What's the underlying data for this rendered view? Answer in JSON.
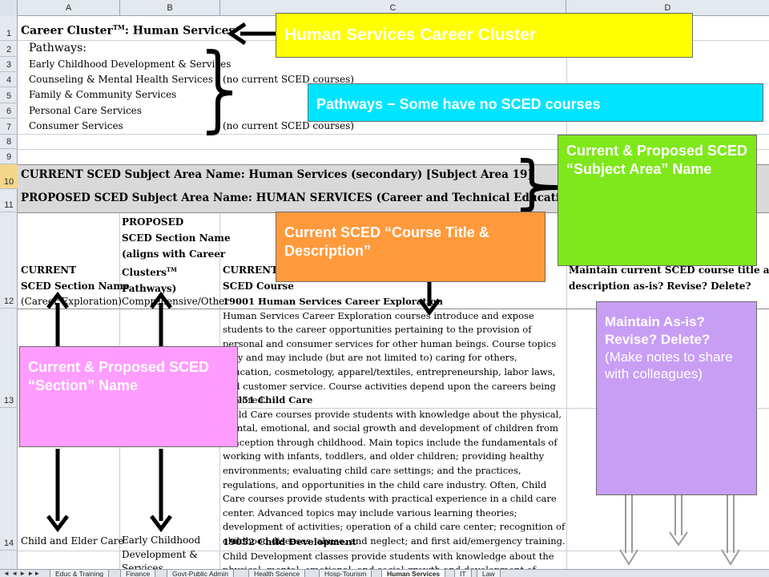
{
  "columns": [
    "A",
    "B",
    "C",
    "D"
  ],
  "rows": [
    "1",
    "2",
    "3",
    "4",
    "5",
    "6",
    "7",
    "8",
    "9",
    "10",
    "11",
    "12",
    "13",
    "14"
  ],
  "sheet": {
    "r1_label": "Career Cluster",
    "r1_tm": "TM",
    "r1_value": ": Human Services",
    "r2": "Pathways:",
    "pathways": [
      {
        "name": "Early Childhood Development & Services",
        "note": ""
      },
      {
        "name": "Counseling & Mental Health Services",
        "note": "(no current SCED courses)"
      },
      {
        "name": "Family & Community Services",
        "note": ""
      },
      {
        "name": "Personal Care Services",
        "note": ""
      },
      {
        "name": "Consumer Services",
        "note": "(no current SCED courses)"
      }
    ],
    "r10": "CURRENT SCED Subject Area Name:  Human Services (secondary)  [Subject Area 19]",
    "r11": "PROPOSED SCED Subject Area Name:  HUMAN SERVICES (Career and Technical Education)",
    "h12_a1": "CURRENT",
    "h12_a2": "SCED Section Name",
    "h12_b1": "PROPOSED",
    "h12_b2": "SCED Section Name",
    "h12_b3": "(aligns with Career",
    "h12_b4": "Clusters",
    "h12_b4_tm": "TM",
    "h12_b5": "Pathways)",
    "h12_c1": "CURRENT",
    "h12_c2": "SCED Course",
    "h12_d1": "Maintain current SCED course title and",
    "h12_d2": "description as-is?  Revise?  Delete?",
    "r13_a": "(Career Exploration)",
    "r13_b": "Comprehensive/Other",
    "r13_c_title": "19001 Human Services Career Exploration",
    "r13_c_desc": "Human Services Career Exploration courses introduce and expose students to the career opportunities pertaining to the provision of personal and consumer services for other human beings. Course topics vary and may include (but are not limited to) caring for others, education, cosmetology, apparel/textiles, entrepreneurship, labor laws, and customer service. Course activities depend upon the careers being explored.",
    "r14_c_title": "19051 Child Care",
    "r14_c_desc": "Child Care courses provide students with knowledge about the physical, mental, emotional, and social growth and development of children from conception through childhood. Main topics include the fundamentals of working with infants, toddlers, and older children; providing healthy environments; evaluating child care settings; and the practices, regulations, and opportunities in the child care industry. Often, Child Care courses provide students with practical experience in a child care center. Advanced topics may include various learning theories; development of activities; operation of a child care center; recognition of childhood diseases, abuse, and neglect; and first aid/emergency training.",
    "r15_a": "Child and Elder Care",
    "r15_b1": "Early Childhood",
    "r15_b2": "Development &",
    "r15_b3": "Services",
    "r15_c_title": "19052 Child Development",
    "r15_c_desc": "Child Development classes provide students with knowledge about the physical, mental, emotional, and social growth and development of children from conception"
  },
  "callouts": {
    "cluster": "Human Services Career Cluster",
    "pathways": "Pathways − Some have no SCED courses",
    "subject_area": "Current & Proposed SCED “Subject Area” Name",
    "course_title": "Current SCED “Course Title & Description”",
    "section": "Current & Proposed SCED “Section” Name",
    "maintain_bold": "Maintain As-is? Revise? Delete?",
    "maintain_note": "(Make notes to share with colleagues)"
  },
  "colors": {
    "yellow": "#ffff00",
    "cyan": "#00e5ff",
    "green": "#7fe81a",
    "orange": "#ff9a3c",
    "pink": "#ff9cff",
    "lavender": "#c89ef5"
  },
  "tabs": {
    "nav": "◄ ◄ ► ►►",
    "items": [
      "Educ & Training",
      "Finance",
      "Govt-Public Admin",
      "Health Science",
      "Hosp-Tourism",
      "Human Services",
      "IT",
      "Law"
    ],
    "active": "Human Services"
  }
}
